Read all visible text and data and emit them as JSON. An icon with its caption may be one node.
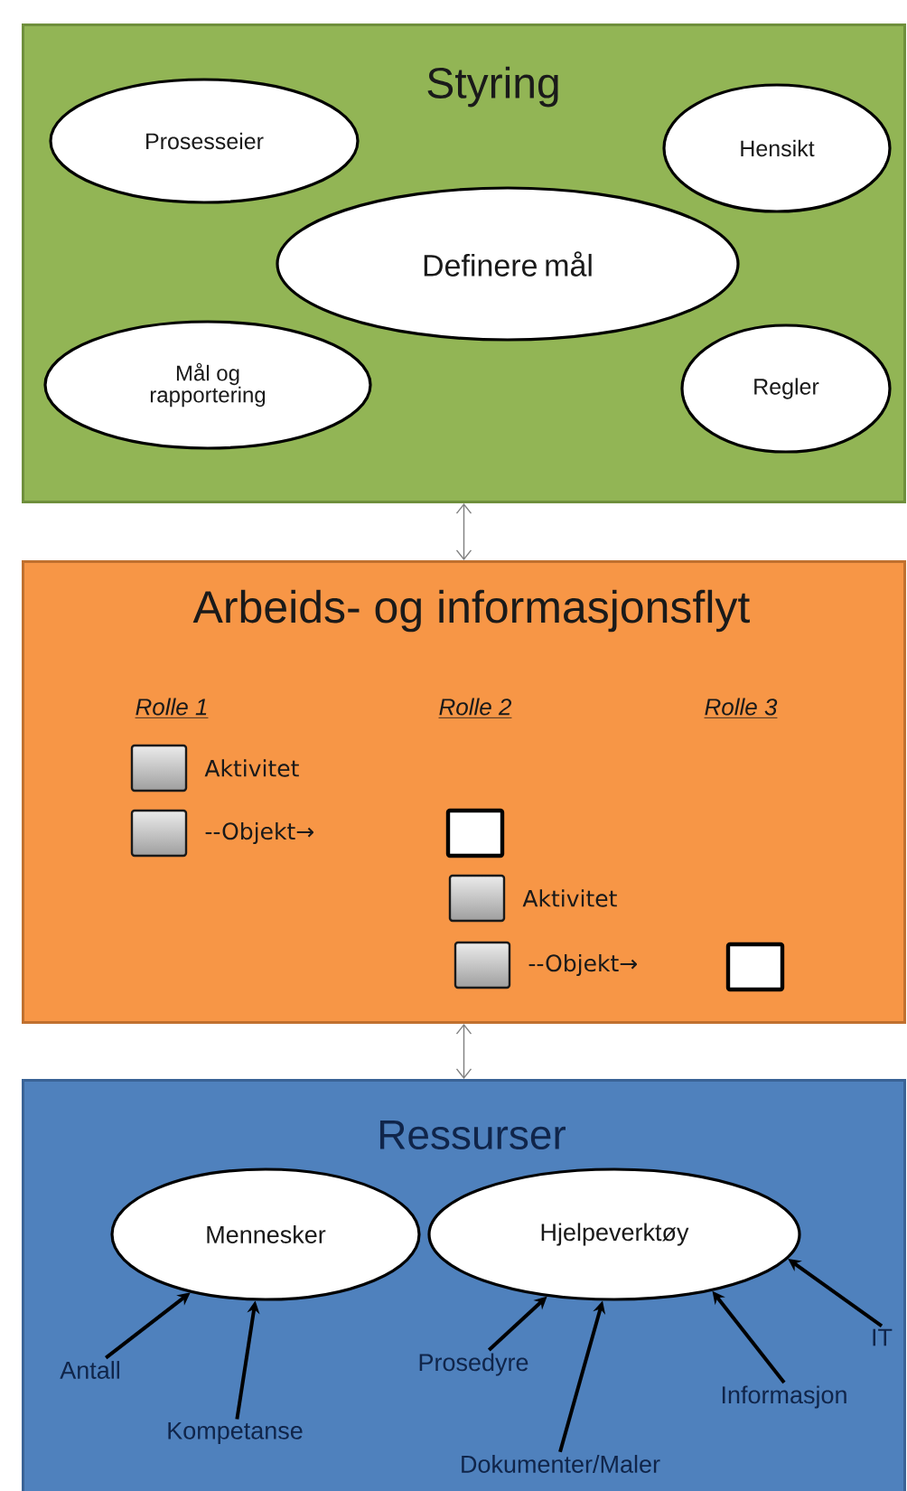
{
  "diagram": {
    "nodes": [
      {
        "text": [
          "Styring"
        ]
      },
      {
        "text": [
          "Prosesseier"
        ],
        "in": 0
      },
      {
        "text": [
          "Hensikt"
        ],
        "in": 0
      },
      {
        "text": [
          "Definere mål"
        ],
        "in": 0
      },
      {
        "text": [
          "Mål og rapportering"
        ],
        "in": 0
      },
      {
        "text": [
          "Regler"
        ],
        "in": 0
      },
      {
        "text": [
          "Arbeids- og informasjonsflyt"
        ]
      },
      {
        "text": [],
        "shape": "box",
        "in": 6,
        "beside": [
          "Aktivitet"
        ]
      },
      {
        "text": [],
        "shape": "box",
        "in": 6,
        "beside": [
          "--Objekt→"
        ]
      },
      {
        "text": [],
        "shape": "box",
        "in": 6
      },
      {
        "text": [],
        "shape": "box",
        "in": 6,
        "beside": [
          "Aktivitet"
        ]
      },
      {
        "text": [],
        "shape": "box",
        "in": 6,
        "beside": [
          "--Objekt→"
        ]
      },
      {
        "text": [],
        "shape": "box",
        "in": 6
      },
      {
        "text": [
          "Ressurser"
        ]
      },
      {
        "text": [
          "Mennesker"
        ],
        "in": 13
      },
      {
        "text": [
          "Hjelpeverktøy"
        ],
        "in": 13
      },
      {
        "text": [
          "Antall"
        ],
        "in": 13
      },
      {
        "text": [
          "Kompetanse"
        ],
        "in": 13
      },
      {
        "text": [
          "Prosedyre"
        ],
        "in": 13
      },
      {
        "text": [
          "Dokumenter/Maler"
        ],
        "in": 13
      },
      {
        "text": [
          "Informasjon"
        ],
        "in": 13
      },
      {
        "text": [
          "IT"
        ],
        "in": 13
      }
    ],
    "edges": [
      {
        "from": 0,
        "to": 6,
        "arrow": "both",
        "color": "#7f7f7f"
      },
      {
        "from": 6,
        "to": 13,
        "arrow": "both",
        "color": "#7f7f7f"
      },
      {
        "from": 16,
        "to": 14,
        "arrow": "to"
      },
      {
        "from": 17,
        "to": 14,
        "arrow": "to"
      },
      {
        "from": 18,
        "to": 15,
        "arrow": "to"
      },
      {
        "from": 19,
        "to": 15,
        "arrow": "to"
      },
      {
        "from": 20,
        "to": 15,
        "arrow": "to"
      },
      {
        "from": 21,
        "to": 15,
        "arrow": "to"
      }
    ],
    "labels": [
      "Rolle 1",
      "Rolle 2",
      "Rolle 3"
    ]
  }
}
